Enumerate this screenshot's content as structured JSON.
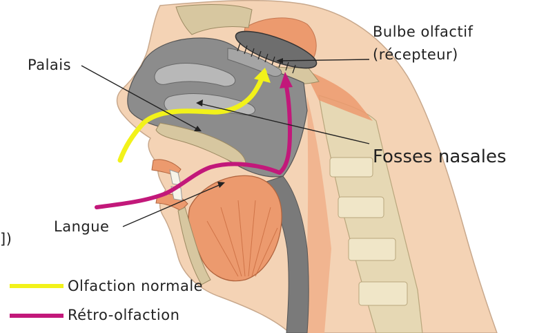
{
  "labels": {
    "bulbe_line1": "Bulbe olfactif",
    "bulbe_line2": "(récepteur)",
    "palais": "Palais",
    "fosses": "Fosses nasales",
    "langue": "Langue",
    "edge_fragment": "])"
  },
  "legend": {
    "normal": "Olfaction normale",
    "retro": "Rétro-olfaction"
  },
  "colors": {
    "normal_path": "#f2f21a",
    "retro_path": "#c2187a",
    "skin": "#f4d3b5",
    "flesh": "#ec9a6e",
    "cavity": "#8c8c8c",
    "bone": "#d7c7a0"
  }
}
